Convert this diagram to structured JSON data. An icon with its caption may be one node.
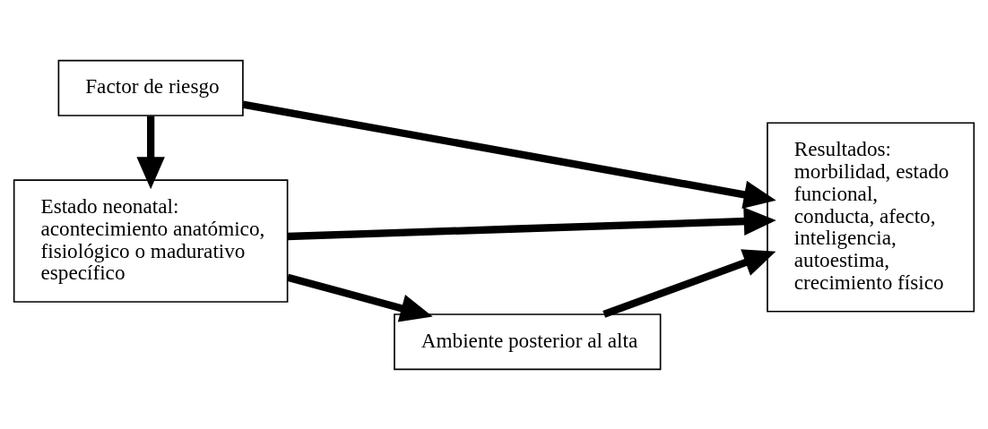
{
  "diagram": {
    "nodes": [
      {
        "text": [
          "Factor de riesgo"
        ]
      },
      {
        "text": [
          "Resultados: morbilidad, estado funcional, conducta, afecto, inteligencia, autoestima, crecimiento físico"
        ]
      },
      {
        "text": [
          "Ambiente posterior al alta"
        ]
      },
      {
        "text": [
          "Estado neonatal: acontecimiento anatómico, fisiológico o madurativo específico"
        ]
      }
    ],
    "edges": [
      {
        "from": 0,
        "to": 1,
        "arrow": "to"
      },
      {
        "from": 0,
        "to": 3,
        "arrow": "to"
      },
      {
        "from": 3,
        "to": 2,
        "arrow": "to"
      },
      {
        "from": 2,
        "to": 1,
        "arrow": "to"
      },
      {
        "from": 3,
        "to": 1,
        "arrow": "to"
      }
    ]
  }
}
